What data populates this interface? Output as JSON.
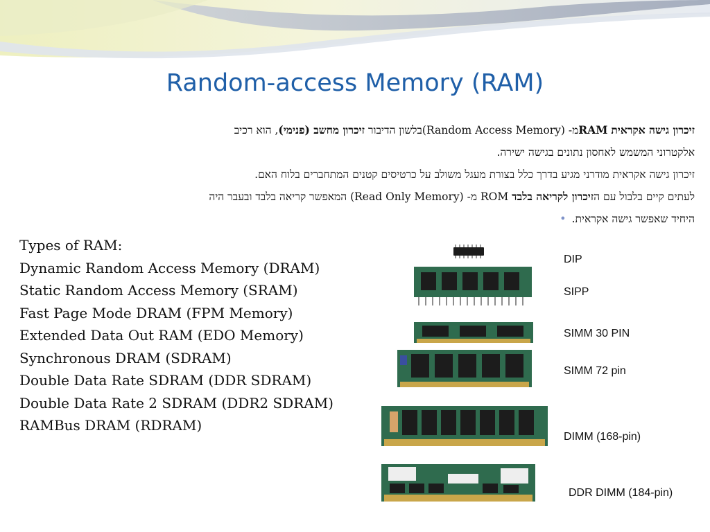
{
  "slide": {
    "title": "Random-access Memory (RAM)",
    "hebrew": {
      "line1": {
        "p1": "זיכרון גישה אקראית",
        "p2": " ",
        "p3": "RAM",
        "p4": "מ-  (Random Access Memory)בלשון הדיבור ",
        "p5": "זיכרון מחשב (פנימי)",
        "p6": ", הוא רכיב"
      },
      "line2": "אלקטרוני המשמש לאחסון נתונים בגישה ישירה.",
      "line3": "זיכרון גישה אקראית מודרני מגיע בדרך כלל בצורת מעגל משולב על כרטיסים קטנים המתחברים בלוח האם.",
      "line4": {
        "p1": "לעתים קיים בלבול עם ה",
        "p2": "זיכרון לקריאה בלבד",
        "p3": "  ROM  מ-  (Read Only Memory) המאפשר קריאה בלבד ובעבר היה"
      },
      "line5": "היחיד שאפשר גישה אקראית."
    },
    "types_of_ram": [
      "Types of RAM:",
      "Dynamic Random Access Memory (DRAM)",
      "Static Random Access Memory (SRAM)",
      "Fast Page Mode DRAM (FPM Memory)",
      "Extended Data Out RAM (EDO Memory)",
      "Synchronous DRAM (SDRAM)",
      "Double Data Rate SDRAM (DDR SDRAM)",
      "Double Data Rate 2 SDRAM (DDR2 SDRAM)",
      "RAMBus DRAM (RDRAM)"
    ],
    "module_labels": [
      "DIP",
      "SIPP",
      "SIMM 30 PIN",
      "SIMM 72 pin",
      "DIMM (168-pin)",
      "DDR DIMM (184-pin)"
    ],
    "colors": {
      "title": "#1f5fa8",
      "pcb": "#2f6b4e",
      "chip": "#1c1c1c",
      "gold": "#c9a64a",
      "bullet": "#7f93c9"
    }
  }
}
